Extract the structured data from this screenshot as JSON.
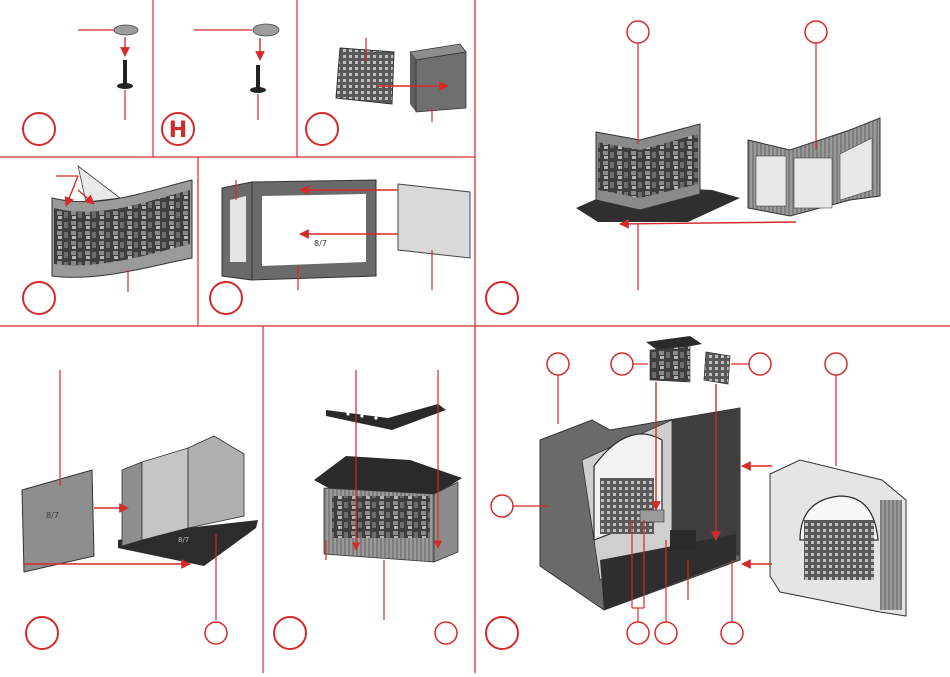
{
  "sheet": {
    "accent_color": "#d42a2a",
    "ink_color": "#2a2a2a",
    "paper_color": "#ffffff"
  },
  "panels": [
    {
      "id": "p1",
      "step_label": "",
      "content": "lamp-post-assembly"
    },
    {
      "id": "p2",
      "step_label": "H",
      "content": "lamp-post-assembly"
    },
    {
      "id": "p3",
      "step_label": "",
      "content": "window-grid-onto-block"
    },
    {
      "id": "p4",
      "step_label": "",
      "content": "glass-onto-poster-wall"
    },
    {
      "id": "p5",
      "step_label": "",
      "content": "glass-into-frame"
    },
    {
      "id": "p6",
      "step_label": "",
      "content": "kiosk-walls-onto-base"
    },
    {
      "id": "p7",
      "step_label": "",
      "content": "panel-into-corner-room"
    },
    {
      "id": "p8",
      "step_label": "",
      "content": "kiosk-roof-trim"
    },
    {
      "id": "p9",
      "step_label": "",
      "content": "station-hall-final-assembly"
    }
  ],
  "part_marks": {
    "wall_panel": "8/7",
    "glass_frame": "8/7",
    "corner_room_floor": "8/7"
  },
  "icons": [
    "lamp-post-icon",
    "window-grid-icon",
    "box-block-icon",
    "poster-wall-icon",
    "glass-pane-icon",
    "frame-icon",
    "kiosk-icon",
    "corner-room-icon",
    "hall-icon"
  ]
}
